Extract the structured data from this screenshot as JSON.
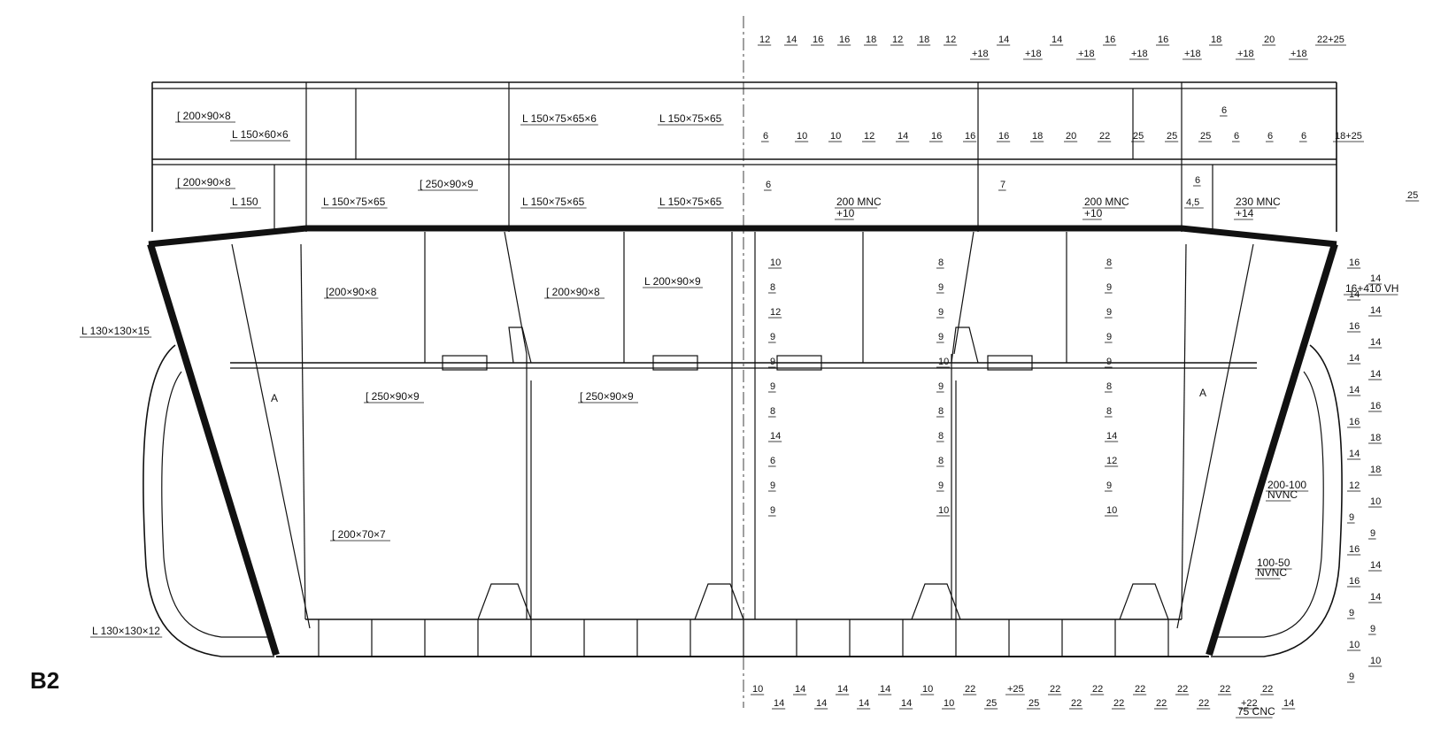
{
  "figure": {
    "section_id": "B2",
    "colors": {
      "ink": "#111111",
      "background": "#ffffff"
    },
    "profile_labels": [
      "[ 200×90×8",
      "L 150×60×6",
      "L 150×75×65×6",
      "L 150×75×65",
      "[ 200×90×8",
      "L 150",
      "L 150×75×65",
      "[ 250×90×9",
      "L 150×75×65",
      "L 150×75×65",
      "200 MNC",
      "+10",
      "200 MNC",
      "+10",
      "230 MNC",
      "+14",
      "[200×90×8",
      "[ 200×90×8",
      "L 200×90×9",
      "[ 250×90×9",
      "[ 250×90×9",
      "L 130×130×15",
      "[ 200×70×7",
      "L 130×130×12",
      "16+410 VH",
      "200-100",
      "NVNC",
      "100-50",
      "NVNC",
      "75 CNC",
      "A",
      "A"
    ],
    "top_thickness": [
      "12",
      "14",
      "16",
      "16",
      "18",
      "12",
      "18",
      "12",
      "+18",
      "14",
      "+18",
      "14",
      "+18",
      "16",
      "+18",
      "16",
      "+18",
      "18",
      "+18",
      "20",
      "+18",
      "22+25"
    ],
    "deck2_thickness": [
      "6",
      "10",
      "10",
      "12",
      "14",
      "16",
      "16",
      "16",
      "18",
      "20",
      "22",
      "25",
      "25",
      "25",
      "6",
      "6",
      "6",
      "18+25"
    ],
    "deck3_thickness": [
      "6",
      "7",
      "4,5",
      "6",
      "6",
      "25"
    ],
    "mid_thickness": [
      "10",
      "8",
      "8",
      "8",
      "9",
      "9",
      "12",
      "9",
      "9",
      "9",
      "9",
      "9",
      "9",
      "10",
      "9",
      "9",
      "9",
      "8",
      "8",
      "8",
      "8",
      "14",
      "8",
      "14",
      "6",
      "8",
      "12",
      "9",
      "9",
      "9",
      "9",
      "10",
      "10"
    ],
    "side_thickness": [
      "16",
      "14",
      "14",
      "14",
      "16",
      "14",
      "14",
      "14",
      "14",
      "16",
      "16",
      "18",
      "14",
      "18",
      "12",
      "10",
      "9",
      "9",
      "16",
      "14",
      "16",
      "14",
      "9",
      "9",
      "10",
      "10",
      "9"
    ],
    "bottom_thickness": [
      "10",
      "14",
      "14",
      "14",
      "14",
      "14",
      "14",
      "14",
      "10",
      "10",
      "22",
      "25",
      "+25",
      "25",
      "22",
      "22",
      "22",
      "22",
      "22",
      "22",
      "22",
      "22",
      "22",
      "+22",
      "22",
      "14"
    ]
  }
}
